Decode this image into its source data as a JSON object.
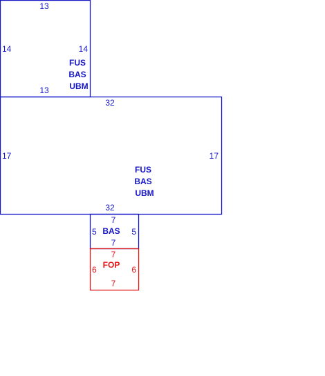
{
  "colors": {
    "living": "#1515c8",
    "porch": "#e01818",
    "background": "#ffffff"
  },
  "areas": [
    {
      "id": "upper-addition",
      "color_key": "living",
      "dims": {
        "top": "13",
        "bottom": "13",
        "left": "14",
        "right": "14"
      },
      "codes": [
        "FUS",
        "BAS",
        "UBM"
      ]
    },
    {
      "id": "main-house",
      "color_key": "living",
      "dims": {
        "top": "32",
        "bottom": "32",
        "left": "17",
        "right": "17"
      },
      "codes": [
        "FUS",
        "BAS",
        "UBM"
      ]
    },
    {
      "id": "small-bas",
      "color_key": "living",
      "dims": {
        "top": "7",
        "bottom": "7",
        "left": "5",
        "right": "5"
      },
      "codes": [
        "BAS"
      ]
    },
    {
      "id": "open-porch",
      "color_key": "porch",
      "dims": {
        "top": "7",
        "bottom": "7",
        "left": "6",
        "right": "6"
      },
      "codes": [
        "FOP"
      ]
    }
  ]
}
